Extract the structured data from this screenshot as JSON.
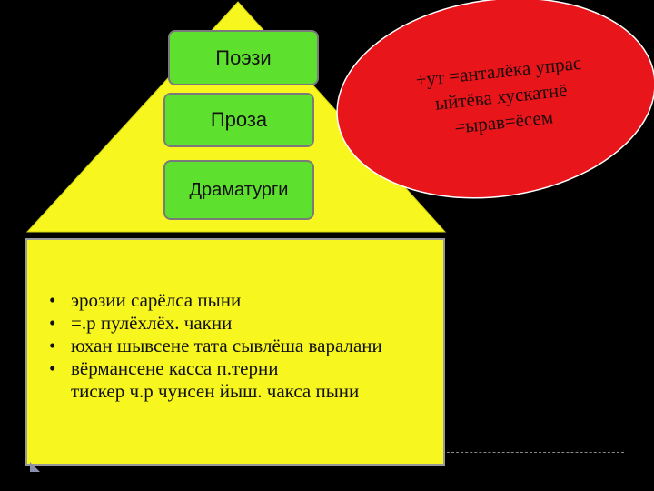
{
  "diagram": {
    "genres": [
      {
        "label": "Поэзи"
      },
      {
        "label": "Проза"
      },
      {
        "label": "Драматурги"
      }
    ],
    "oval_lines": [
      "+ут =анталёка упрас",
      "ыйтёва хускатнё",
      "=ырав=ёсем"
    ],
    "features": [
      "эрозии сарёлса пыни",
      "=.р пулёхлёх. чакни",
      "юхан шывсене тата сывлёша варалани",
      "вёрмансене касса п.терни"
    ],
    "features_tail": "тискер ч.р чунсен йыш. чакса пыни",
    "bullet_symbol": "•"
  },
  "colors": {
    "background": "#000000",
    "triangle": "#f7f71f",
    "genre_box": "#5ee02e",
    "oval": "#e8151b",
    "panel": "#f7f71f"
  }
}
